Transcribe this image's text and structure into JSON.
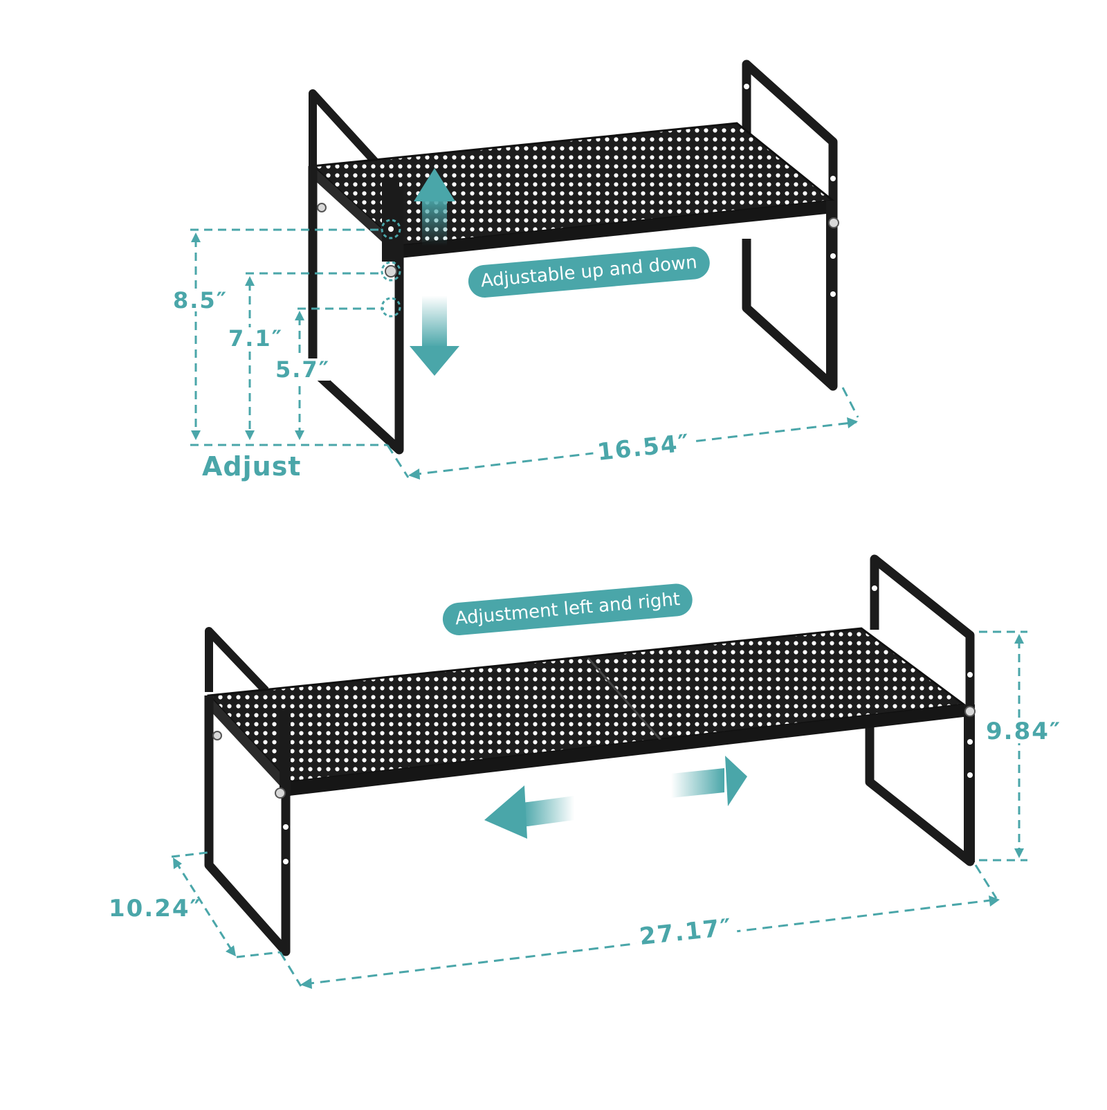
{
  "top_rack": {
    "callout": "Adjustable up and down",
    "width_label": "16.54″",
    "height_labels": [
      "8.5″",
      "7.1″",
      "5.7″"
    ],
    "adjust_label": "Adjust"
  },
  "bottom_rack": {
    "callout": "Adjustment left and right",
    "width_label": "27.17″",
    "depth_label": "10.24″",
    "height_label": "9.84″"
  },
  "colors": {
    "accent": "#4aa6a9",
    "metal": "#1b1b1b",
    "background": "#ffffff"
  },
  "icons": [
    "arrow-up-icon",
    "arrow-down-icon",
    "arrow-left-icon",
    "arrow-right-icon"
  ]
}
